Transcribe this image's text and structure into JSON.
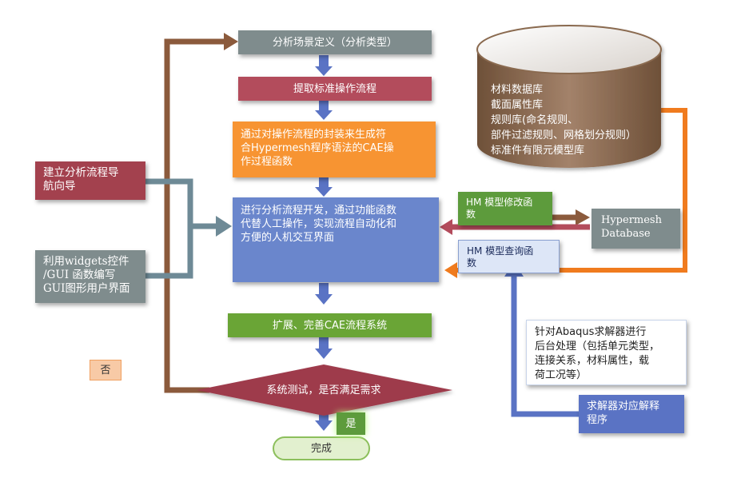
{
  "colors": {
    "gray_box": "#7f8c8d",
    "red_box": "#b34c5c",
    "orange_box": "#f79432",
    "blue_box": "#6a86cc",
    "green_box": "#6aa536",
    "brown_arrow": "#8b5a3c",
    "slate_arrow": "#6e8a96",
    "blue_arrow": "#5a73c4",
    "orange_arrow": "#f07b1e",
    "db_fill": "#8a6a50",
    "light_blue": "#dde6f7"
  },
  "nodes": {
    "define_scene": "分析场景定义（分析类型）",
    "extract_ops": "提取标准操作流程",
    "encapsulate": "通过对操作流程的封装来生成符\n合Hypermesh程序语法的CAE操\n作过程函数",
    "develop": "进行分析流程开发，通过功能函数\n代替人工操作，实现流程自动化和\n方便的人机交互界面",
    "extend": "扩展、完善CAE流程系统",
    "test": "系统测试，是否满足需求",
    "done": "完成",
    "yes": "是",
    "no": "否",
    "nav_wizard": "建立分析流程导\n航向导",
    "gui": "利用widgets控件\n/GUI 函数编写\nGUI图形用户界面",
    "hm_modify": "HM 模型修改函\n数",
    "hm_query": "HM  模型查询函\n数",
    "hm_db": "Hypermesh\nDatabase",
    "database": "材料数据库\n截面属性库\n规则库(命名规则、\n部件过滤规则、网格划分规则）\n标准件有限元模型库",
    "abaqus": "针对Abaqus求解器进行\n后台处理（包括单元类型，\n连接关系，材料属性，载\n荷工况等）",
    "interpreter": "求解器对应解释\n程序"
  }
}
